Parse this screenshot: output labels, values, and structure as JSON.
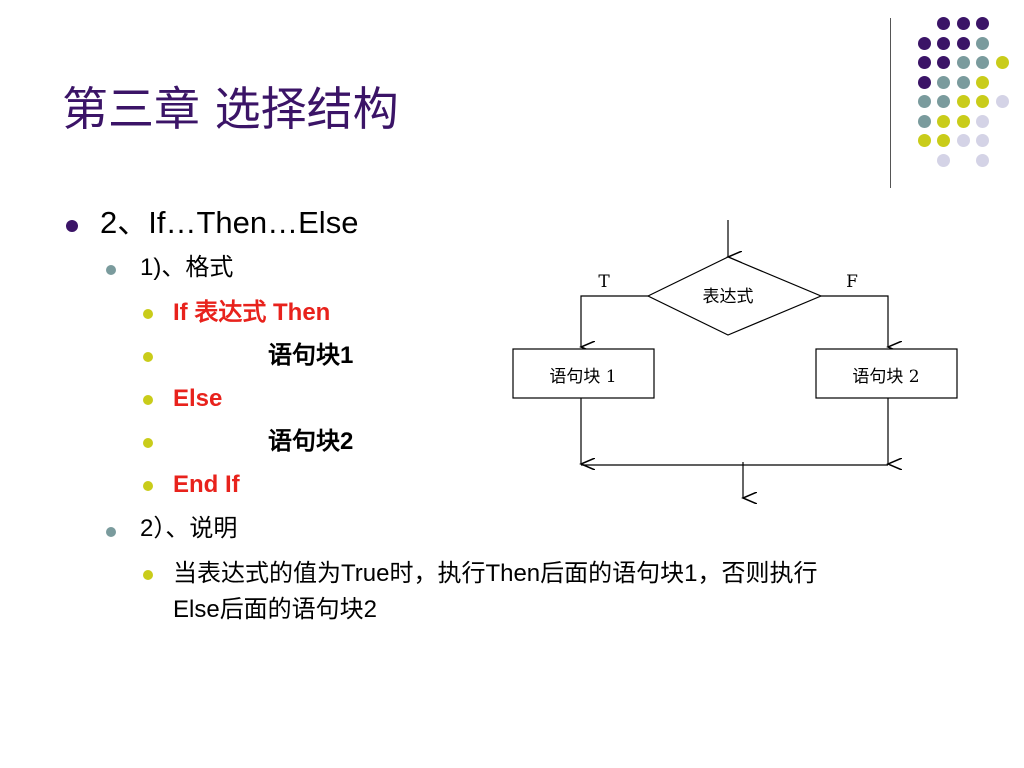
{
  "slide": {
    "title": "第三章 选择结构",
    "bullets": {
      "l1": "2、If…Then…Else",
      "format_heading": "1)、格式",
      "code_if": "If 表达式 Then",
      "code_block1": "语句块1",
      "code_else": "Else",
      "code_block2": "语句块2",
      "code_endif": "End If",
      "explain_heading": "2）、说明",
      "explain_line1": "当表达式的值为True时，执行Then后面的语句块1，否则执行",
      "explain_line2": "Else后面的语句块2"
    }
  },
  "flowchart": {
    "condition": "表达式",
    "true_label": "T",
    "false_label": "F",
    "block1": "语句块 1",
    "block2": "语句块 2"
  },
  "colors": {
    "purple": "#3b1467",
    "teal": "#7a9b9d",
    "lime": "#c9cc1a",
    "lavender": "#d4d3e6"
  }
}
